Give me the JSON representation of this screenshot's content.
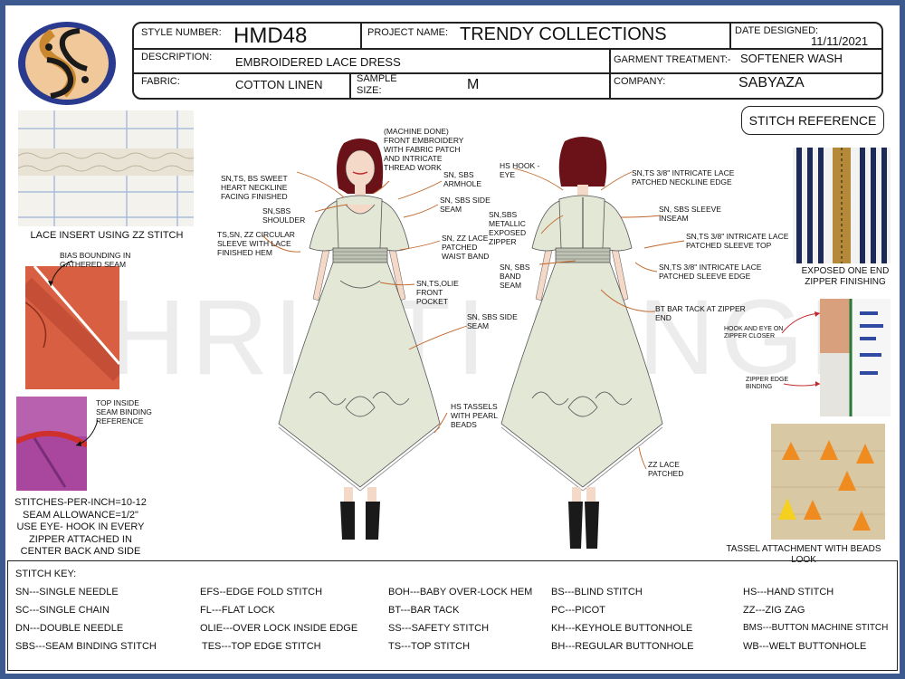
{
  "header": {
    "style_number_label": "STYLE NUMBER:",
    "style_number": "HMD48",
    "project_name_label": "PROJECT NAME:",
    "project_name": "TRENDY COLLECTIONS",
    "date_designed_label": "DATE DESIGNED:",
    "date_designed": "11/11/2021",
    "description_label": "DESCRIPTION:",
    "description": "EMBROIDERED LACE DRESS",
    "garment_treatment_label": "GARMENT TREATMENT:-",
    "garment_treatment": "SOFTENER WASH",
    "fabric_label": "FABRIC:",
    "fabric": "COTTON LINEN",
    "sample_size_label_1": "SAMPLE",
    "sample_size_label_2": "SIZE:",
    "sample_size": "M",
    "company_label": "COMPANY:",
    "company": "SABYAZA"
  },
  "stitch_reference_button": "STITCH REFERENCE",
  "watermark": "HRISTI SINGH",
  "left_photos": {
    "lace_insert": "LACE  INSERT USING ZZ STITCH",
    "bias_binding": "BIAS BOUNDING IN GATHERED SEAM",
    "top_inside": "TOP INSIDE SEAM BINDING REFERENCE"
  },
  "specs": [
    "STITCHES-PER-INCH=10-12",
    "SEAM ALLOWANCE=1/2\"",
    "USE EYE- HOOK IN EVERY",
    "ZIPPER ATTACHED IN",
    "CENTER BACK AND SIDE"
  ],
  "right_photos": {
    "zipper": "EXPOSED ONE END ZIPPER FINISHING",
    "hook_eye": "HOOK AND EYE ON ZIPPER CLOSER",
    "zipper_edge": "ZIPPER EDGE BINDING",
    "tassel": "TASSEL ATTACHMENT WITH BEADS LOOK"
  },
  "front_notes": {
    "machine": "(MACHINE DONE) FRONT EMBROIDERY WITH  FABRIC PATCH AND INTRICATE THREAD WORK",
    "neckline": "SN,TS, BS SWEET HEART NECKLINE FACING FINISHED",
    "armhole": "SN, SBS ARMHOLE",
    "shoulder": "SN,SBS SHOULDER",
    "side_seam": "SN, SBS SIDE SEAM",
    "sleeve": "TS,SN, ZZ CIRCULAR SLEEVE WITH LACE FINISHED HEM",
    "waist": "SN,  ZZ LACE PATCHED WAIST BAND",
    "pocket": "SN,TS,OLIE FRONT POCKET",
    "side_seam2": "SN, SBS SIDE SEAM",
    "tassels": "HS TASSELS WITH PEARL BEADS"
  },
  "back_notes": {
    "hook_eye": "HS HOOK -EYE",
    "neckline": "SN,TS 3/8\" INTRICATE LACE PATCHED NECKLINE EDGE",
    "sleeve_inseam": "SN, SBS SLEEVE  INSEAM",
    "zipper": "SN,SBS METALLIC EXPOSED ZIPPER",
    "sleeve_top": "SN,TS 3/8\" INTRICATE LACE PATCHED SLEEVE TOP",
    "band_seam": "SN, SBS BAND SEAM",
    "sleeve_edge": "SN,TS 3/8\" INTRICATE LACE PATCHED SLEEVE EDGE",
    "bar_tack": "BT BAR TACK AT ZIPPER END",
    "lace_patched": "ZZ LACE PATCHED"
  },
  "stitch_key": {
    "title": "STITCH KEY:",
    "columns": [
      [
        "SN---SINGLE NEEDLE",
        "SC---SINGLE CHAIN",
        "DN---DOUBLE NEEDLE",
        "SBS---SEAM BINDING STITCH"
      ],
      [
        "EFS--EDGE FOLD STITCH",
        "FL---FLAT LOCK",
        "OLIE---OVER LOCK INSIDE EDGE",
        "TES---TOP EDGE STITCH"
      ],
      [
        "BOH---BABY OVER-LOCK HEM",
        "BT---BAR TACK",
        "SS---SAFETY STITCH",
        "TS---TOP STITCH"
      ],
      [
        "BS---BLIND STITCH",
        "PC---PICOT",
        "KH---KEYHOLE BUTTONHOLE",
        "BH---REGULAR BUTTONHOLE"
      ],
      [
        "HS---HAND STITCH",
        "ZZ---ZIG ZAG",
        "BMS---BUTTON MACHINE STITCH",
        "WB---WELT BUTTONHOLE"
      ]
    ]
  },
  "colors": {
    "frame": "#3c5a8f",
    "dress": "#e3e8d6",
    "arrow": "#c0662a",
    "logo_blue": "#2a3a8f"
  }
}
